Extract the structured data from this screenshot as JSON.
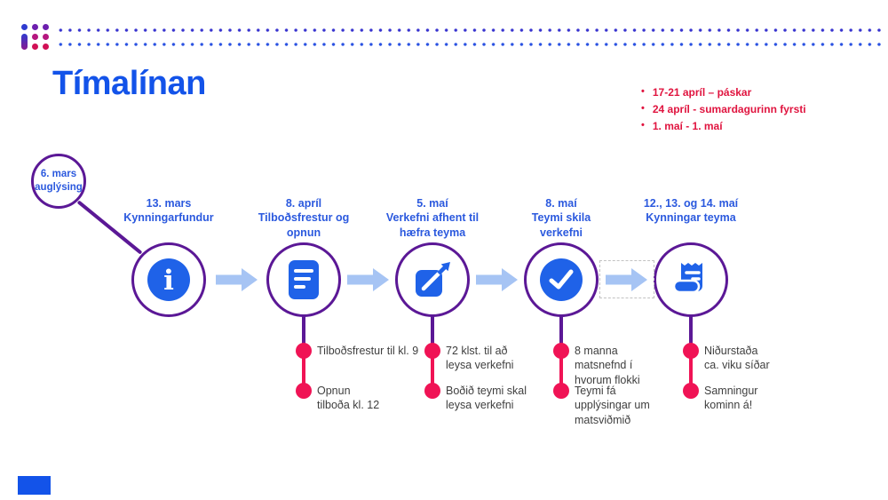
{
  "slide": {
    "title": "Tímalínan"
  },
  "logo": {
    "icon": "dots-grid-logo"
  },
  "holiday_notes": {
    "items": [
      "17-21 apríl – páskar",
      "24 apríl - sumardagurinn fyrsti",
      "1. maí - 1. maí"
    ]
  },
  "start_node": {
    "label": "6. mars\nauglýsing"
  },
  "milestones": [
    {
      "label": "13. mars\nKynningarfundur",
      "icon": "info-icon",
      "bullets": []
    },
    {
      "label": "8. apríl\nTilboðsfrestur og\nopnun",
      "icon": "document-icon",
      "bullets": [
        "Tilboðsfrestur til kl. 9",
        "Opnun\ntilboða kl. 12"
      ]
    },
    {
      "label": "5. maí\nVerkefni afhent til\nhæfra teyma",
      "icon": "share-arrow-icon",
      "bullets": [
        "72 klst. til að\nleysa verkefni",
        "Boðið teymi skal\nleysa verkefni"
      ]
    },
    {
      "label": "8. maí\nTeymi skila\nverkefni",
      "icon": "checkmark-icon",
      "bullets": [
        "8 manna\nmatsnefnd í\nhvorum flokki",
        "Teymi fá\nupplýsingar um\nmatsviðmið"
      ]
    },
    {
      "label": "12., 13. og 14. maí\nKynningar teyma",
      "icon": "receipt-icon",
      "bullets": [
        "Niðurstaða\nca. viku síðar",
        "Samningur\nkominn á!"
      ]
    }
  ],
  "colors": {
    "title_blue": "#1353e9",
    "label_blue": "#2b59de",
    "circle_purple": "#5b1896",
    "marker_pink": "#f01355",
    "note_red": "#e0143f",
    "arrow_light_blue": "#a6c4f4",
    "icon_blue": "#1f62e8",
    "body_text": "#3f3f3f"
  }
}
